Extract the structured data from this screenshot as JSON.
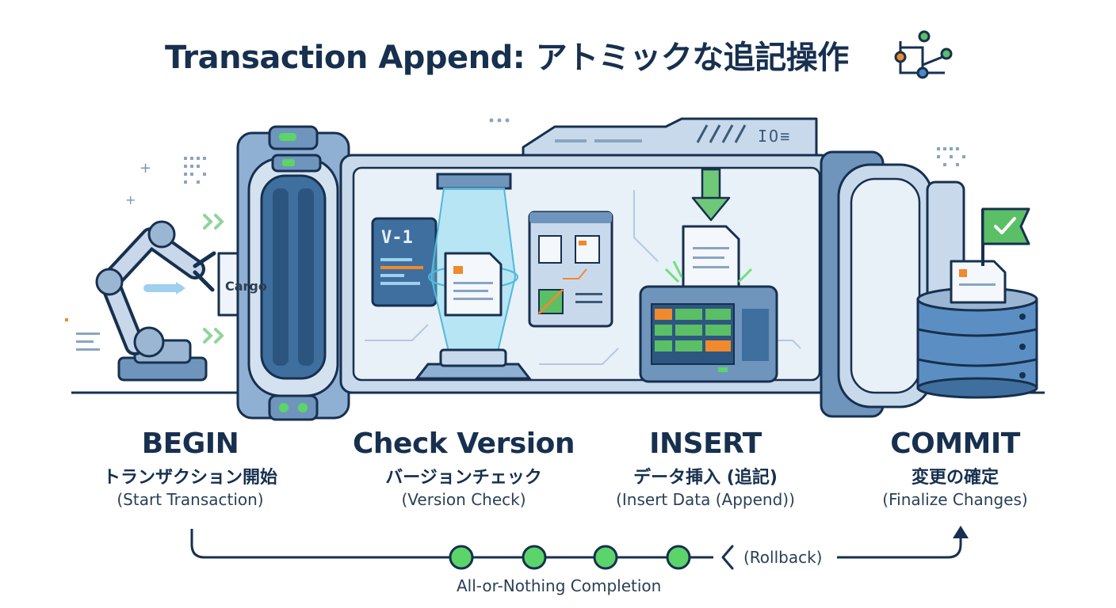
{
  "title": "Transaction Append: アトミックな追記操作",
  "title_icon": "flowchart-icon",
  "machine": {
    "cargo_label": "Cargo",
    "version_label": "V-1",
    "panel_code": "IO≡"
  },
  "steps": [
    {
      "title": "BEGIN",
      "jp": "トランザクション開始",
      "en": "(Start Transaction)"
    },
    {
      "title": "Check Version",
      "jp": "バージョンチェック",
      "en": "(Version Check)"
    },
    {
      "title": "INSERT",
      "jp": "データ挿入 (追記)",
      "en": "(Insert Data (Append))"
    },
    {
      "title": "COMMIT",
      "jp": "変更の確定",
      "en": "(Finalize Changes)"
    }
  ],
  "timeline": {
    "rollback_label": "(Rollback)",
    "completion_label": "All-or-Nothing Completion",
    "dot_count": 4
  },
  "colors": {
    "navy": "#17304f",
    "steel_blue": "#5b8fc4",
    "light_panel": "#e8f0f8",
    "green": "#4cc45f",
    "orange": "#f08a2c",
    "cyan_beam": "#7fd8f0"
  }
}
